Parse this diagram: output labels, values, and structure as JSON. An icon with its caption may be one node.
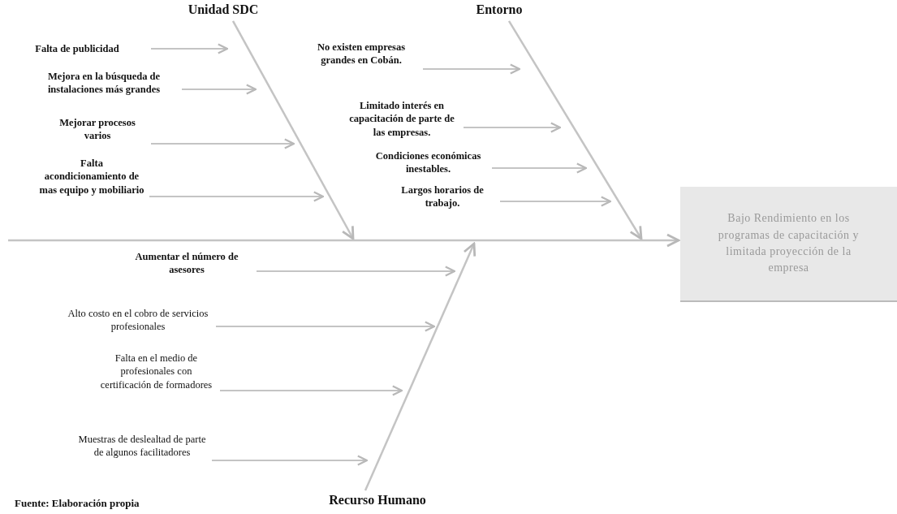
{
  "diagram": {
    "nodes": [
      {
        "text": [
          "Unidad SDC"
        ]
      },
      {
        "text": [
          "Falta de publicidad"
        ]
      },
      {
        "text": [
          "Mejora en la búsqueda de instalaciones más grandes"
        ]
      },
      {
        "text": [
          "Mejorar procesos varios"
        ]
      },
      {
        "text": [
          "Falta acondicionamiento de mas equipo y mobiliario"
        ]
      },
      {
        "text": [
          "Entorno"
        ]
      },
      {
        "text": [
          "No existen empresas grandes en Cobán."
        ]
      },
      {
        "text": [
          "Limitado interés en capacitación de parte de las empresas."
        ]
      },
      {
        "text": [
          "Condiciones económicas inestables."
        ]
      },
      {
        "text": [
          "Largos horarios de trabajo."
        ]
      },
      {
        "text": [
          "Bajo Rendimiento en los programas de capacitación y limitada proyección de la empresa"
        ]
      },
      {
        "text": [
          "Aumentar el número de asesores"
        ]
      },
      {
        "text": [
          "Alto costo en el cobro de servicios profesionales"
        ]
      },
      {
        "text": [
          "Falta en el medio de profesionales con certificación de formadores"
        ]
      },
      {
        "text": [
          "Muestras de deslealtad de parte de algunos facilitadores"
        ]
      },
      {
        "text": [
          "Recurso Humano"
        ]
      }
    ],
    "edges": [
      {
        "from": 0,
        "to": null,
        "arrow": "to"
      },
      {
        "from": 1,
        "to": null,
        "arrow": "to"
      },
      {
        "from": 2,
        "to": null,
        "arrow": "to"
      },
      {
        "from": 3,
        "to": null,
        "arrow": "to"
      },
      {
        "from": 4,
        "to": null,
        "arrow": "to"
      },
      {
        "from": 5,
        "to": null,
        "arrow": "to"
      },
      {
        "from": 6,
        "to": null,
        "arrow": "to"
      },
      {
        "from": 7,
        "to": null,
        "arrow": "to"
      },
      {
        "from": 8,
        "to": null,
        "arrow": "to"
      },
      {
        "from": 9,
        "to": null,
        "arrow": "to"
      },
      {
        "from": null,
        "to": 10,
        "arrow": "to"
      },
      {
        "from": 11,
        "to": null,
        "arrow": "to"
      },
      {
        "from": 12,
        "to": null,
        "arrow": "to"
      },
      {
        "from": 13,
        "to": null,
        "arrow": "to"
      },
      {
        "from": 14,
        "to": null,
        "arrow": "to"
      },
      {
        "from": 15,
        "to": null,
        "arrow": "to"
      }
    ],
    "labels": [
      "Fuente: Elaboración propia"
    ]
  }
}
